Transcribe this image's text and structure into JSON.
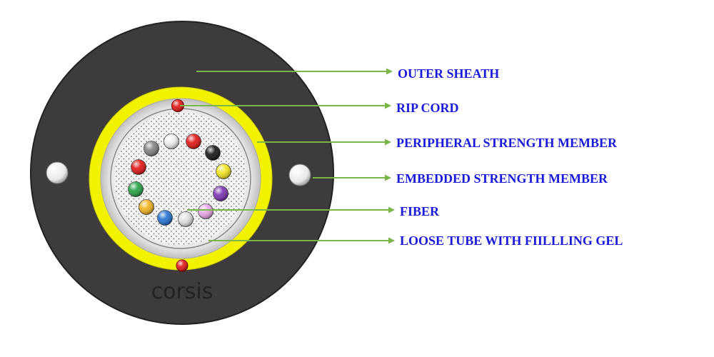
{
  "brand": "corsis",
  "colors": {
    "label_text": "#1a1adc",
    "leader_line": "#7ab648",
    "sheath": "#3d3b3b",
    "strength_ring": "#f2f200",
    "tube": "#ffffff",
    "rip_cord": "#e01010"
  },
  "labels": [
    {
      "id": "outer-sheath",
      "text": "OUTER SHEATH"
    },
    {
      "id": "rip-cord",
      "text": "RIP CORD"
    },
    {
      "id": "peripheral-strength-member",
      "text": "PERIPHERAL STRENGTH MEMBER"
    },
    {
      "id": "embedded-strength-member",
      "text": "EMBEDDED STRENGTH MEMBER"
    },
    {
      "id": "fiber",
      "text": "FIBER"
    },
    {
      "id": "loose-tube",
      "text": "LOOSE TUBE WITH FIILLLING GEL"
    }
  ],
  "fiber_colors": [
    "#f0f0f0",
    "#e01010",
    "#111111",
    "#f2e21a",
    "#7a2fb0",
    "#e6a6e6",
    "#e0e0e0",
    "#1e6fd0",
    "#f0b21a",
    "#20a040",
    "#e01010",
    "#808080"
  ]
}
